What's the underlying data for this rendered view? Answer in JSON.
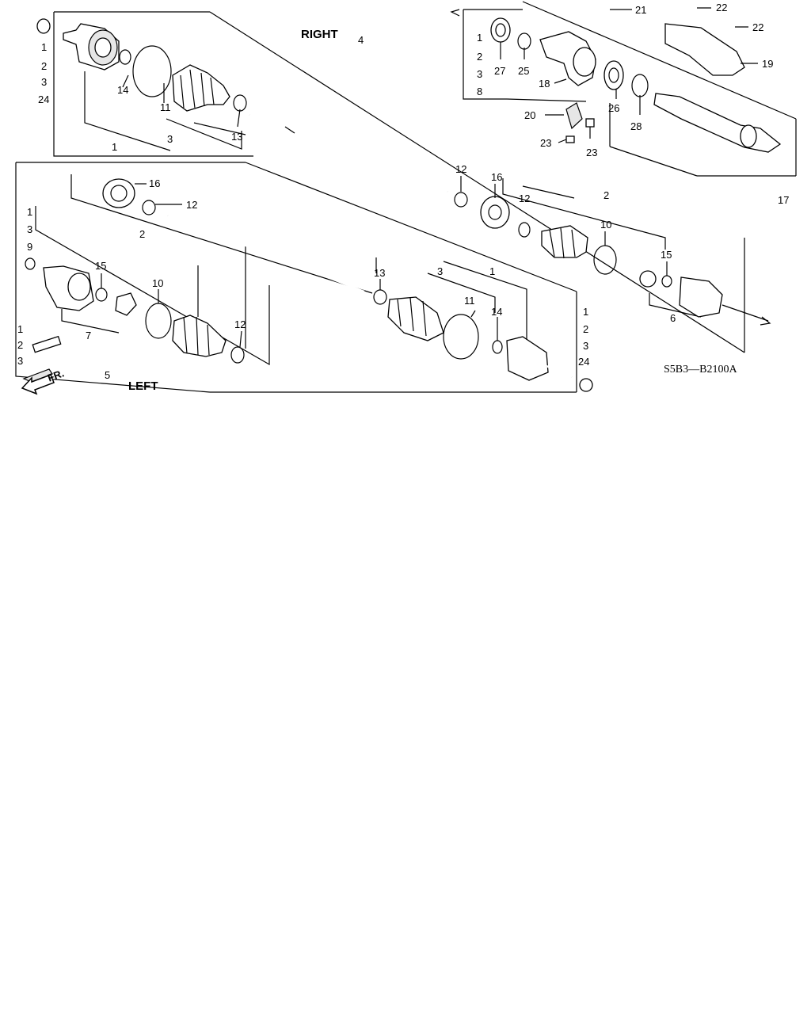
{
  "diagram": {
    "right_title": "RIGHT",
    "left_title": "LEFT",
    "front_label": "FR.",
    "drawing_code": "S5B3—B2100A",
    "callouts": [
      "1",
      "2",
      "3",
      "24",
      "14",
      "11",
      "13",
      "1",
      "3",
      "4",
      "1",
      "2",
      "3",
      "8",
      "27",
      "25",
      "21",
      "22",
      "22",
      "19",
      "18",
      "20",
      "23",
      "23",
      "26",
      "28",
      "17",
      "16",
      "12",
      "12",
      "16",
      "12",
      "2",
      "10",
      "15",
      "6",
      "1",
      "3",
      "9",
      "15",
      "2",
      "10",
      "12",
      "1",
      "2",
      "3",
      "7",
      "5",
      "13",
      "3",
      "1",
      "11",
      "14",
      "1",
      "2",
      "3",
      "24"
    ]
  }
}
